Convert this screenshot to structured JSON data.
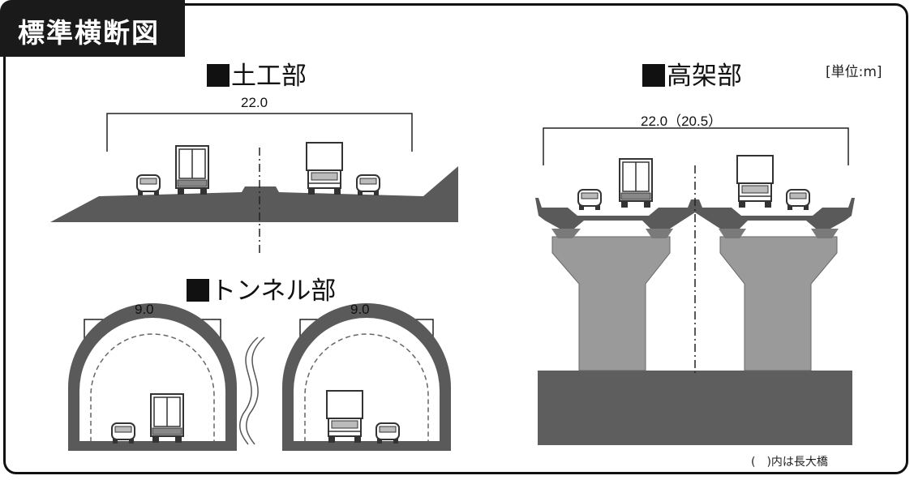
{
  "title": "標準横断図",
  "sections": {
    "earthwork": {
      "title": "土工部",
      "width": "22.0"
    },
    "tunnel": {
      "title": "トンネル部",
      "width_left": "9.0",
      "width_right": "9.0"
    },
    "elevated": {
      "title": "高架部",
      "width": "22.0（20.5）"
    }
  },
  "unit": "[単位:m]",
  "note": "(　)内は長大橋",
  "colors": {
    "structure": "#5a5a5a",
    "pier": "#9a9a9a",
    "ground": "#5e5e5e",
    "frame": "#111111",
    "tab": "#1a1a1a"
  }
}
